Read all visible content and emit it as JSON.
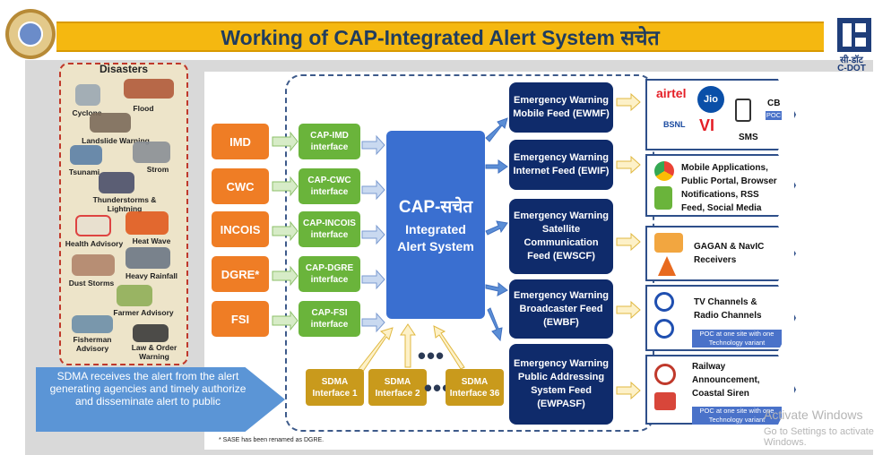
{
  "title": "Working of CAP-Integrated Alert System सचेत",
  "logo_right": {
    "hindi": "सी-डॉट",
    "english": "C-DOT"
  },
  "disasters": {
    "title": "Disasters",
    "items": [
      "Cyclone",
      "Flood",
      "Landslide Warning",
      "Tsunami",
      "Strom",
      "Thunderstorms & Lightning",
      "Health Advisory",
      "Heat Wave",
      "Dust Storms",
      "Heavy Rainfall",
      "Farmer Advisory",
      "Fisherman Advisory",
      "Law & Order Warning"
    ]
  },
  "sources": [
    "IMD",
    "CWC",
    "INCOIS",
    "DGRE*",
    "FSI"
  ],
  "cap_interfaces": [
    {
      "name": "CAP-IMD",
      "suffix": "interface"
    },
    {
      "name": "CAP-CWC",
      "suffix": "interface"
    },
    {
      "name": "CAP-INCOIS",
      "suffix": "interface"
    },
    {
      "name": "CAP-DGRE",
      "suffix": "interface"
    },
    {
      "name": "CAP-FSI",
      "suffix": "interface"
    }
  ],
  "core": {
    "name": "CAP-सचेत",
    "line2": "Integrated",
    "line3": "Alert System"
  },
  "sdma": [
    {
      "line1": "SDMA",
      "line2": "Interface 1"
    },
    {
      "line1": "SDMA",
      "line2": "Interface 2"
    },
    {
      "line1": "SDMA",
      "line2": "Interface 36"
    }
  ],
  "sdma_dots": "•••",
  "feeds": [
    {
      "label": "Emergency Warning Mobile Feed (EWMF)"
    },
    {
      "label": "Emergency Warning Internet Feed (EWIF)"
    },
    {
      "label": "Emergency Warning Satellite Communication Feed (EWSCF)"
    },
    {
      "label": "Emergency Warning Broadcaster Feed (EWBF)"
    },
    {
      "label": "Emergency Warning Public Addressing System Feed (EWPASF)"
    }
  ],
  "outputs": {
    "mobile": {
      "airtel": "airtel",
      "jio": "Jio",
      "bsnl": "BSNL",
      "vi": "VI",
      "cb": "CB",
      "poc": "POC",
      "sms": "SMS"
    },
    "internet": "Mobile Applications, Public Portal, Browser Notifications, RSS Feed, Social Media",
    "satellite": "GAGAN & NavIC Receivers",
    "broadcast": "TV Channels & Radio Channels",
    "broadcast_poc": "POC at one site with one Technology variant",
    "railway": "Railway Announcement, Coastal Siren",
    "railway_poc": "POC at one site with one Technology variant"
  },
  "callout": "SDMA receives the alert from the alert generating agencies and timely authorize and disseminate alert to public",
  "footnote": "* SASE has been renamed as DGRE.",
  "watermark": {
    "line1": "Activate Windows",
    "line2": "Go to Settings to activate Windows."
  },
  "colors": {
    "source": "#ef7d25",
    "cap_interface": "#6ab43b",
    "core": "#3a6fd0",
    "feed": "#0f2b6b",
    "sdma": "#c99a1c",
    "title_bar": "#f5b810"
  }
}
